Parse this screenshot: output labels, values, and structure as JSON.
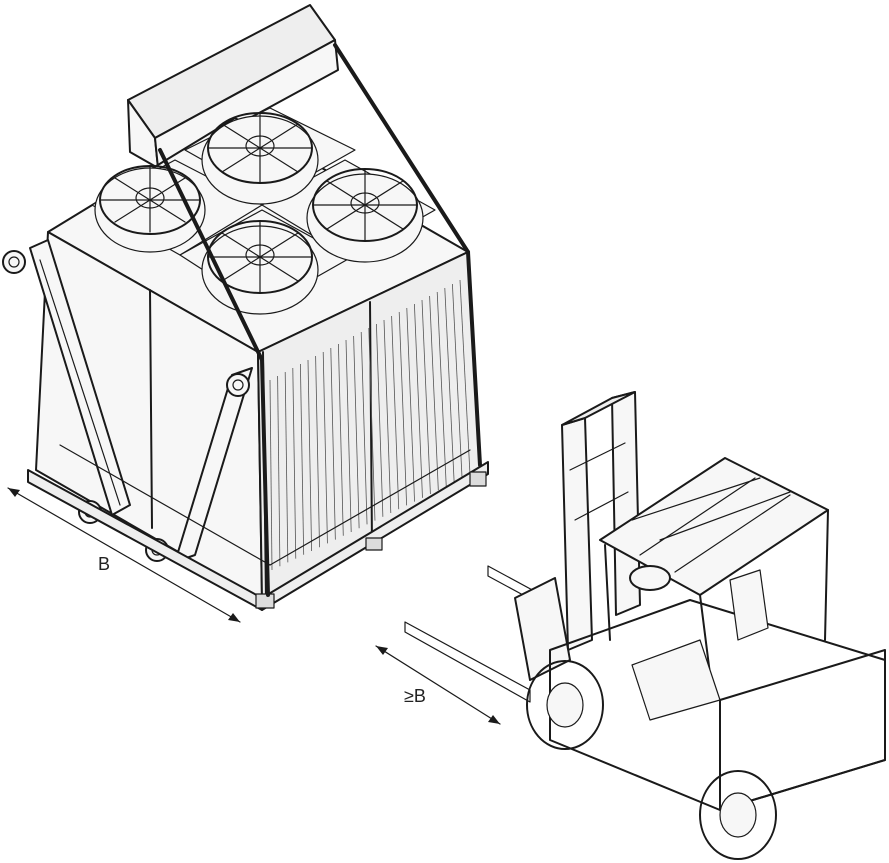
{
  "labels": {
    "unit_width": "B",
    "fork_length": "≥B"
  },
  "colors": {
    "line": "#1a1a1a",
    "background": "#ffffff",
    "forklift_body": "#e6e6e6",
    "forks": "#bbbbbb"
  },
  "icons": [
    "fan-icon",
    "flange-icon",
    "lifting-beam",
    "forklift"
  ]
}
